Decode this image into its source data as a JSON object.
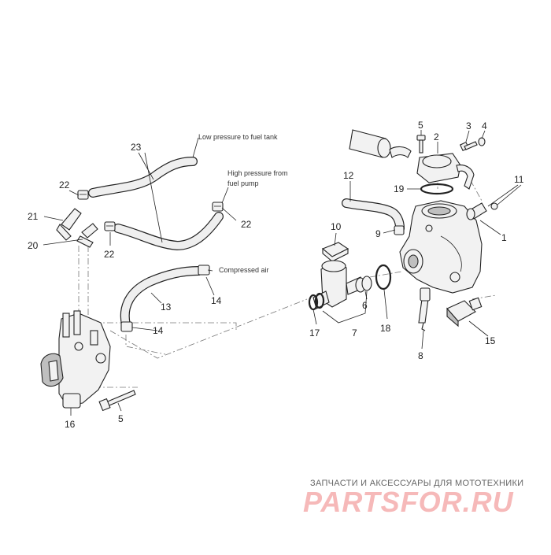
{
  "callouts": {
    "n1": "1",
    "n2": "2",
    "n3": "3",
    "n4": "4",
    "n5a": "5",
    "n5b": "5",
    "n6": "6",
    "n7": "7",
    "n8": "8",
    "n9": "9",
    "n10": "10",
    "n11": "11",
    "n12": "12",
    "n13": "13",
    "n14a": "14",
    "n14b": "14",
    "n15": "15",
    "n16": "16",
    "n17": "17",
    "n18": "18",
    "n19": "19",
    "n20": "20",
    "n21": "21",
    "n22a": "22",
    "n22b": "22",
    "n22c": "22",
    "n23": "23"
  },
  "notes": {
    "low_pressure": "Low pressure to fuel tank",
    "high_pressure_line1": "High pressure from",
    "high_pressure_line2": "fuel pump",
    "compressed_air": "Compressed air"
  },
  "watermark": {
    "tagline": "ЗАПЧАСТИ И АКСЕССУАРЫ ДЛЯ МОТОТЕХНИКИ",
    "brand": "PARTSFOR.RU",
    "color": "#f6b9b9"
  }
}
